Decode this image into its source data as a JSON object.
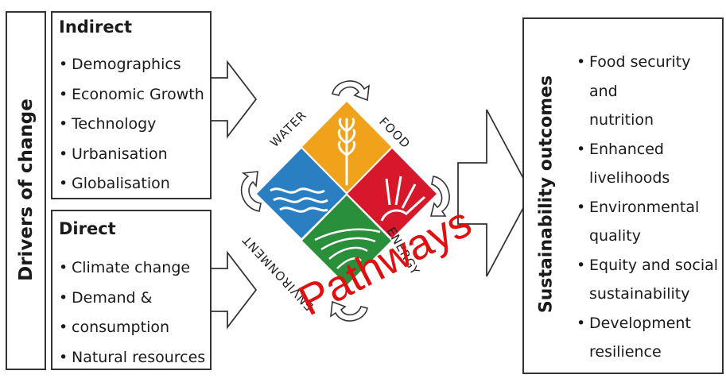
{
  "drivers_label": "Drivers of change",
  "indirect": {
    "title": "Indirect",
    "items": [
      "Demographics",
      "Economic Growth",
      "Technology",
      "Urbanisation",
      "Globalisation"
    ]
  },
  "direct": {
    "title": "Direct",
    "items": [
      "Climate change",
      "Demand &",
      "consumption",
      "Natural resources"
    ]
  },
  "nexus": {
    "water": "WATER",
    "food": "FOOD",
    "energy": "ENERGY",
    "environment": "ENVIRONMENT",
    "colors": {
      "water": "#2a7fc2",
      "food": "#f0a21a",
      "energy": "#d7182a",
      "environment": "#2a8f3a"
    }
  },
  "pathways_label": "Pathways",
  "outcomes_label": "Sustainability outcomes",
  "outcomes": [
    {
      "line1": "Food security and",
      "line2": "nutrition"
    },
    {
      "line1": "Enhanced",
      "line2": "livelihoods"
    },
    {
      "line1": "Environmental",
      "line2": "quality"
    },
    {
      "line1": "Equity and social",
      "line2": "sustainability"
    },
    {
      "line1": "Development",
      "line2": "resilience"
    }
  ]
}
